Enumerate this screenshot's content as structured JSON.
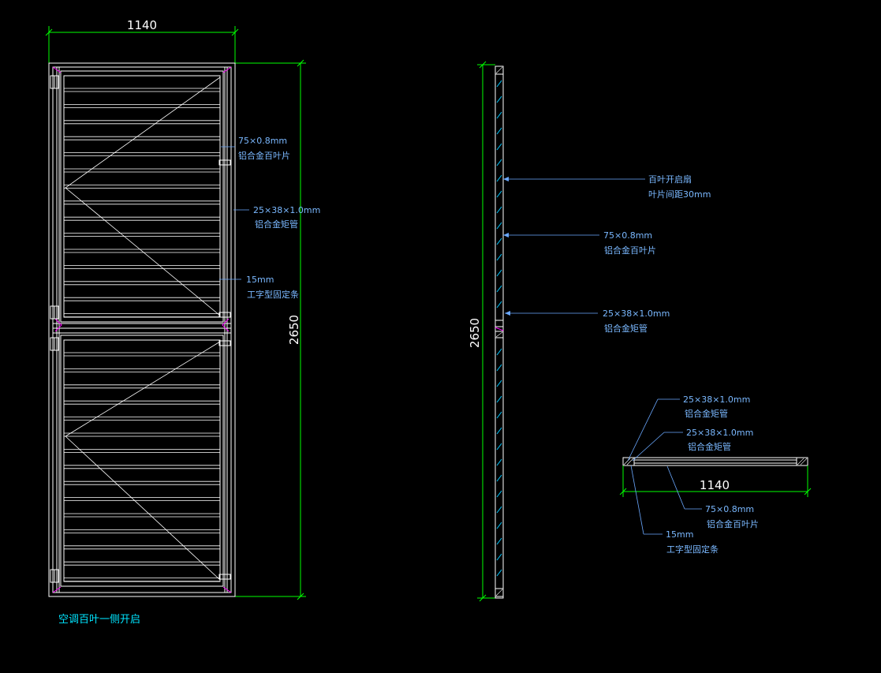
{
  "colors": {
    "background": "#000000",
    "geometry": "#ffffff",
    "dimension": "#00ff00",
    "leader": "#6aa8ff",
    "label": "#7ab8ff",
    "title": "#00e5ff",
    "joint": "#ff00ff"
  },
  "front_view": {
    "width_dim": "1140",
    "height_dim": "2650",
    "callouts": {
      "blade": {
        "line1": "75×0.8mm",
        "line2": "铝合金百叶片"
      },
      "tube": {
        "line1": "25×38×1.0mm",
        "line2": "铝合金矩管"
      },
      "strip": {
        "line1": "15mm",
        "line2": "工字型固定条"
      }
    }
  },
  "side_view": {
    "height_dim": "2650",
    "callouts": {
      "sash": {
        "line1": "百叶开启扇",
        "line2": "叶片间距30mm"
      },
      "blade": {
        "line1": "75×0.8mm",
        "line2": "铝合金百叶片"
      },
      "tube": {
        "line1": "25×38×1.0mm",
        "line2": "铝合金矩管"
      }
    }
  },
  "plan_view": {
    "width_dim": "1140",
    "callouts": {
      "tube_a": {
        "line1": "25×38×1.0mm",
        "line2": "铝合金矩管"
      },
      "tube_b": {
        "line1": "25×38×1.0mm",
        "line2": "铝合金矩管"
      },
      "blade": {
        "line1": "75×0.8mm",
        "line2": "铝合金百叶片"
      },
      "strip": {
        "line1": "15mm",
        "line2": "工字型固定条"
      }
    }
  },
  "caption": "空调百叶一侧开启"
}
